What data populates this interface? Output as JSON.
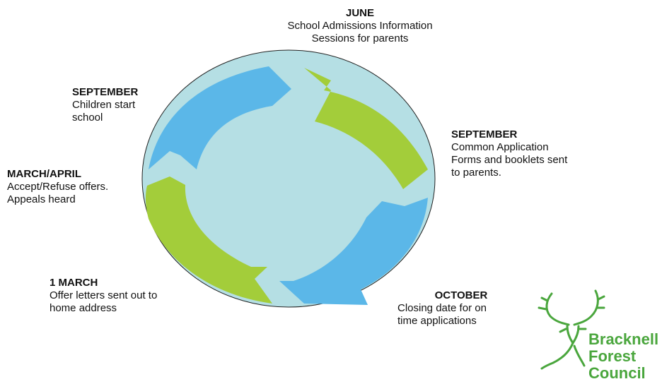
{
  "stages": [
    {
      "heading": "JUNE",
      "lines": [
        "School Admissions Information",
        "Sessions for parents"
      ]
    },
    {
      "heading": "SEPTEMBER",
      "lines": [
        "Common Application",
        "Forms and booklets sent",
        "to parents."
      ]
    },
    {
      "heading": "OCTOBER",
      "lines": [
        "Closing date for on",
        "time applications"
      ]
    },
    {
      "heading": "1 MARCH",
      "lines": [
        "Offer letters sent out to",
        "home address"
      ]
    },
    {
      "heading": "MARCH/APRIL",
      "lines": [
        "Accept/Refuse offers.",
        "Appeals heard"
      ]
    },
    {
      "heading": "SEPTEMBER",
      "lines": [
        "Children start",
        "school"
      ]
    }
  ],
  "colors": {
    "ellipse_fill": "#b5dfe4",
    "arrow_blue": "#5bb7e8",
    "arrow_green": "#a3cd3a",
    "logo_green": "#4aa63d"
  },
  "logo": {
    "lines": [
      "Bracknell",
      "Forest",
      "Council"
    ],
    "icon": "stag-head-icon"
  }
}
